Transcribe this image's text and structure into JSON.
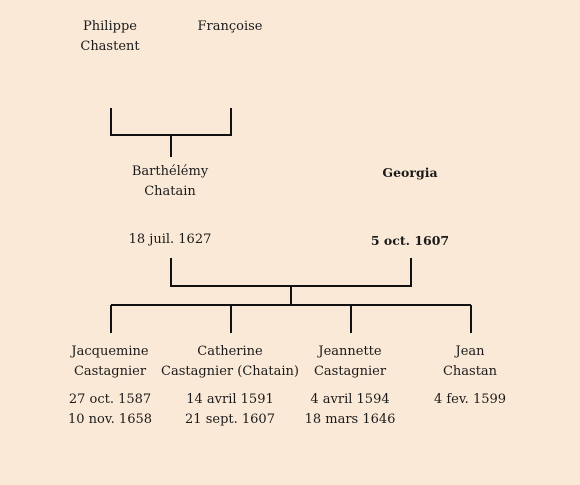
{
  "colors": {
    "background": "#fbe9d7",
    "lines": "#111111",
    "text": "#1a1a1a"
  },
  "grandparents": {
    "father": {
      "first": "Philippe",
      "last": "Chastent"
    },
    "mother": {
      "first": "Françoise"
    }
  },
  "parents": {
    "father": {
      "first": "Barthélémy",
      "last": "Chatain",
      "date": "18 juil. 1627"
    },
    "mother": {
      "first": "Georgia",
      "date": "5 oct. 1607"
    }
  },
  "children": [
    {
      "first": "Jacquemine",
      "last": "Castagnier",
      "birth": "27 oct. 1587",
      "death": "10 nov. 1658"
    },
    {
      "first": "Catherine",
      "last": "Castagnier (Chatain)",
      "birth": "14 avril 1591",
      "death": "21 sept. 1607"
    },
    {
      "first": "Jeannette",
      "last": "Castagnier",
      "birth": "4 avril 1594",
      "death": "18 mars 1646"
    },
    {
      "first": "Jean",
      "last": "Chastan",
      "birth": "4 fev. 1599"
    }
  ]
}
